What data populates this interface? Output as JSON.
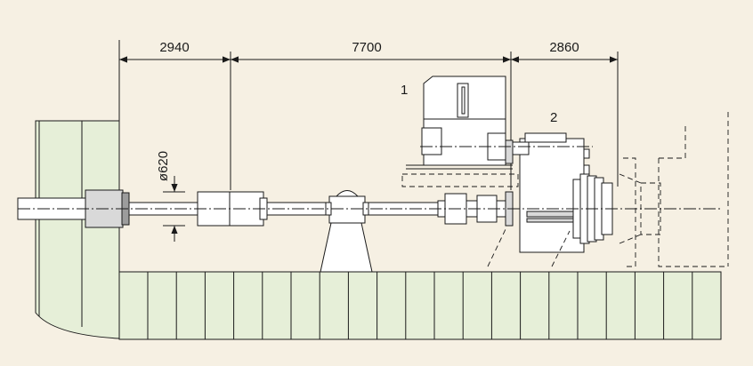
{
  "dimensions": {
    "d1": "2940",
    "d2": "7700",
    "d3": "2860",
    "diameter": "ø620"
  },
  "labels": {
    "motor": "1",
    "gearbox": "2"
  }
}
